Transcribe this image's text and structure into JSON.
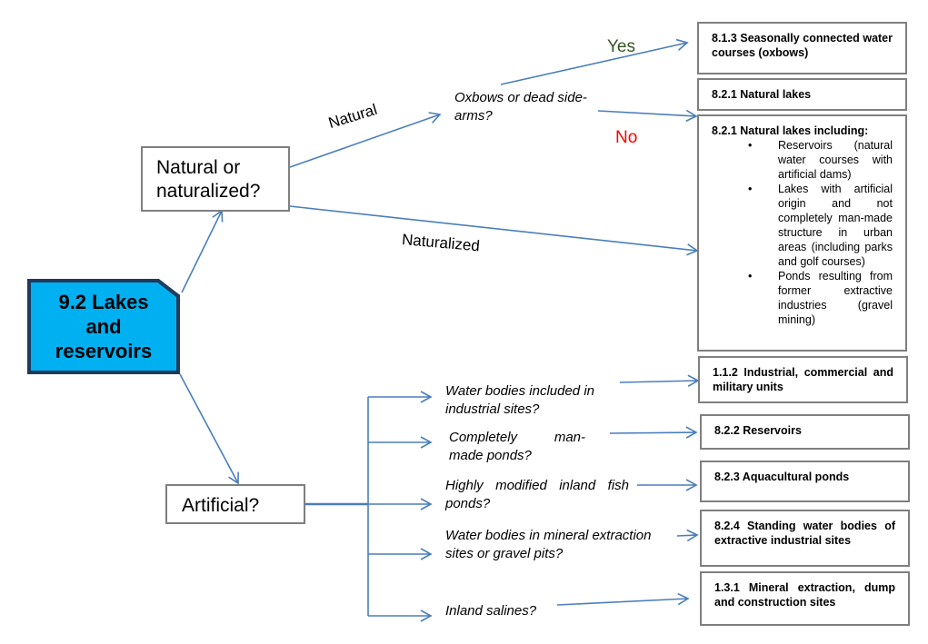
{
  "colors": {
    "root_fill": "#00b0f0",
    "root_border": "#1f3a5f",
    "connector": "#4a7ebb",
    "box_border": "#7f7f7f",
    "yes_text": "#375623",
    "no_text": "#ff0000"
  },
  "root": {
    "label": "9.2 Lakes and reservoirs"
  },
  "questions": {
    "natural_or_naturalized": "Natural or naturalized?",
    "artificial": "Artificial?",
    "oxbows": "Oxbows or dead side-arms?"
  },
  "branch_labels": {
    "natural": "Natural",
    "naturalized": "Naturalized",
    "yes": "Yes",
    "no": "No"
  },
  "artificial_questions": [
    "Water bodies included in industrial sites?",
    {
      "line1": "Completely man-",
      "line2": "made ponds?"
    },
    "Highly modified inland fish ponds?",
    "Water bodies in mineral extraction sites or gravel pits?",
    "Inland salines?"
  ],
  "outcomes": {
    "oxbows": "8.1.3 Seasonally connected water courses (oxbows)",
    "natural_lakes": "8.2.1 Natural lakes",
    "natural_lakes_including": {
      "title": "8.2.1 Natural lakes including:",
      "bullet": "•",
      "items": [
        "Reservoirs (natural water courses with artificial dams)",
        "Lakes with artificial origin and not completely man-made structure in urban areas (including parks and golf courses)",
        "Ponds resulting from former extractive industries (gravel mining)"
      ]
    },
    "industrial": "1.1.2 Industrial, commercial and military units",
    "reservoirs": "8.2.2 Reservoirs",
    "aquacultural": "8.2.3 Aquacultural ponds",
    "standing_water": "8.2.4 Standing water bodies of extractive industrial sites",
    "mineral_extraction": "1.3.1 Mineral extraction, dump and construction sites"
  }
}
